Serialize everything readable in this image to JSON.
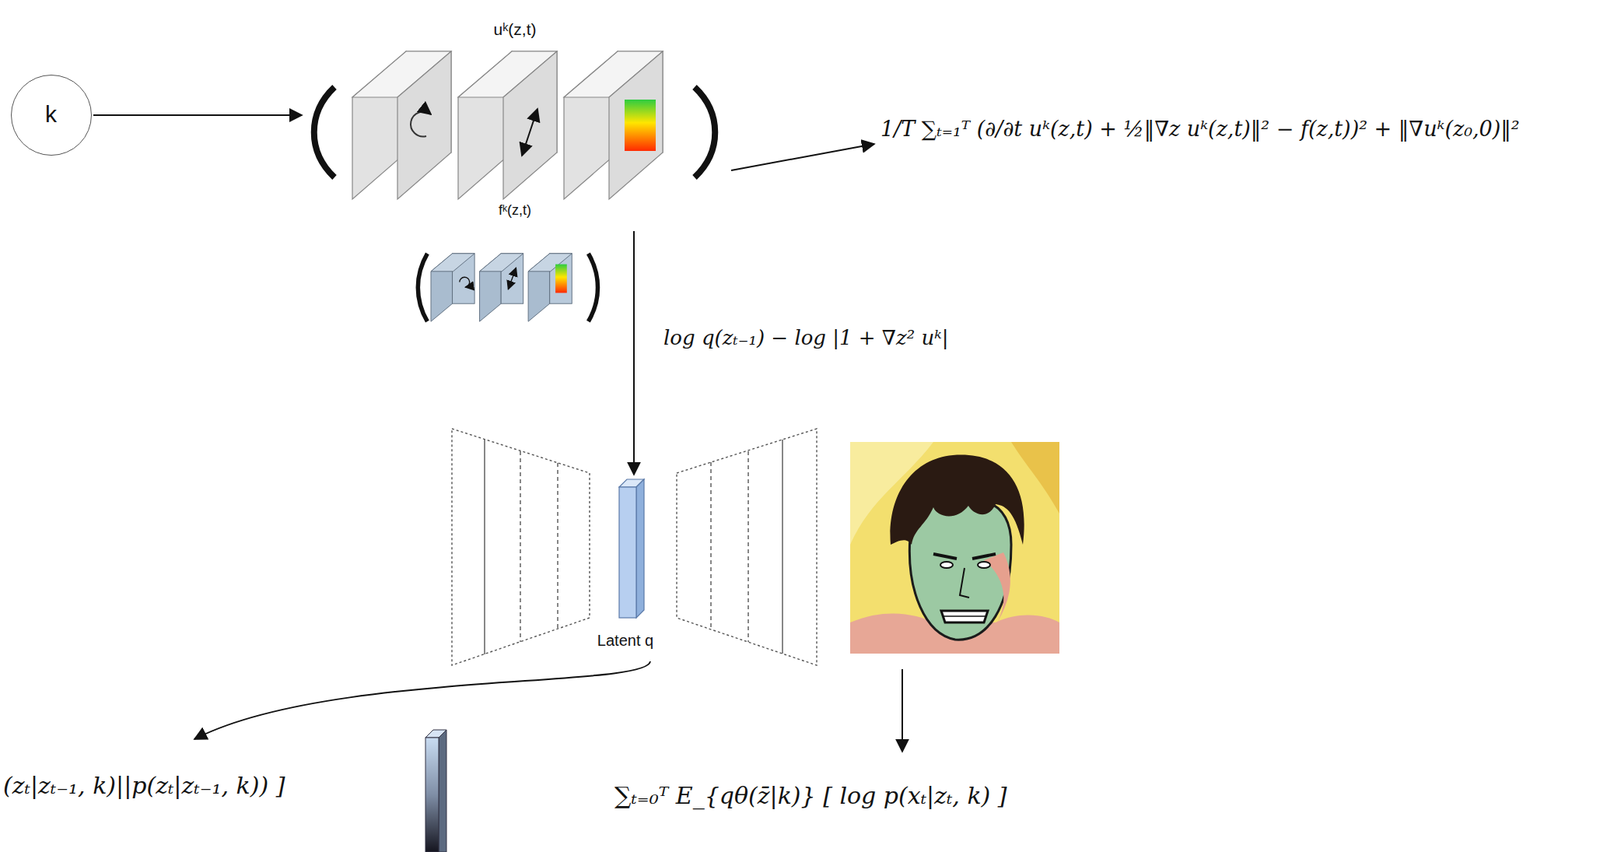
{
  "diagram": {
    "nodes": [
      {
        "text": [
          "k"
        ]
      },
      {
        "text": [
          "uᵏ(z,t)",
          "fᵏ(z,t)"
        ]
      },
      {
        "text": [
          "Latent q"
        ]
      }
    ],
    "edges": [
      {
        "from": 0,
        "to": 1,
        "arrow": "to"
      },
      {
        "from": 1,
        "to": 2,
        "arrow": "to",
        "label": "log q(zₜ₋₁) − log |1 + ∇z² uᵏ|"
      }
    ],
    "labels": [
      "1/T ∑ₜ₌₁ᵀ (∂/∂t uᵏ(z,t) + ½‖∇z uᵏ(z,t)‖² − f(z,t))² + ‖∇uᵏ(z₀,0)‖²",
      "(zₜ|zₜ₋₁, k)||p(zₜ|zₜ₋₁, k)) ]",
      "∑ₜ₌₀ᵀ E_{qθ(z̄|k)} [ log p(xₜ|zₜ, k) ]"
    ]
  }
}
